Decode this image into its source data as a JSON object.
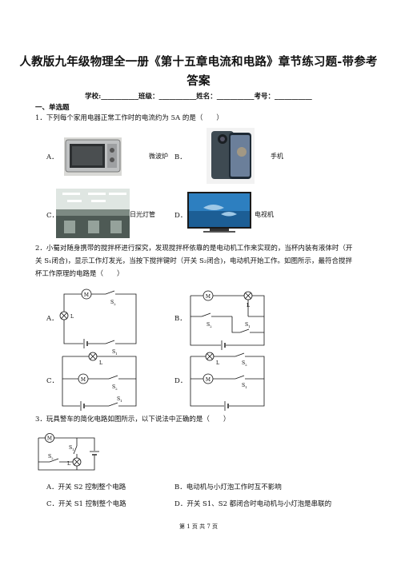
{
  "title_line1": "人教版九年级物理全一册《第十五章电流和电路》章节练习题-带参考",
  "title_line2": "答案",
  "info_line": "学校:___________班级：___________姓名：___________考号：___________",
  "section1": "一、单选题",
  "q1": {
    "stem": "1．下列每个家用电器正常工作时的电流约为 5A 的是（　　）",
    "options": [
      {
        "letter": "A．",
        "caption": "微波炉",
        "icon": "microwave-image"
      },
      {
        "letter": "B．",
        "caption": "手机",
        "icon": "phone-image"
      },
      {
        "letter": "C．",
        "caption": "日光灯管",
        "icon": "fluorescent-lamp-image"
      },
      {
        "letter": "D．",
        "caption": "电视机",
        "icon": "tv-image"
      }
    ]
  },
  "q2": {
    "stem_line1": "2．小蜀对随身携带的搅拌杯进行探究，发现搅拌杯依靠的是电动机工作来实现的，当杯内装有液体时（开",
    "stem_line2": "关 S₁闭合)，显示工作灯发光，当按下搅拌键时（开关 S₂闭合)，电动机开始工作。如图所示，最符合搅拌",
    "stem_line3": "杯工作原理的电路是（　　）",
    "options": [
      "A．",
      "B．",
      "C．",
      "D．"
    ],
    "labels": {
      "motor": "M",
      "lamp": "L",
      "s1": "S",
      "s1_sub": "1",
      "s2": "S",
      "s2_sub": "2"
    }
  },
  "q3": {
    "stem": "3．玩具警车的简化电路如图所示，以下说法中正确的是（　　）",
    "labels": {
      "motor": "M",
      "lamp": "L",
      "s1": "S",
      "s1_sub": "1",
      "s2": "S",
      "s2_sub": "2"
    },
    "options": [
      "A．开关 S2 控制整个电路",
      "B．电动机与小灯泡工作时互不影响",
      "C．开关 S1 控制整个电路",
      "D．开关 S1、S2 都闭合时电动机与小灯泡是串联的"
    ]
  },
  "footer": "第 1 页 共 7 页"
}
